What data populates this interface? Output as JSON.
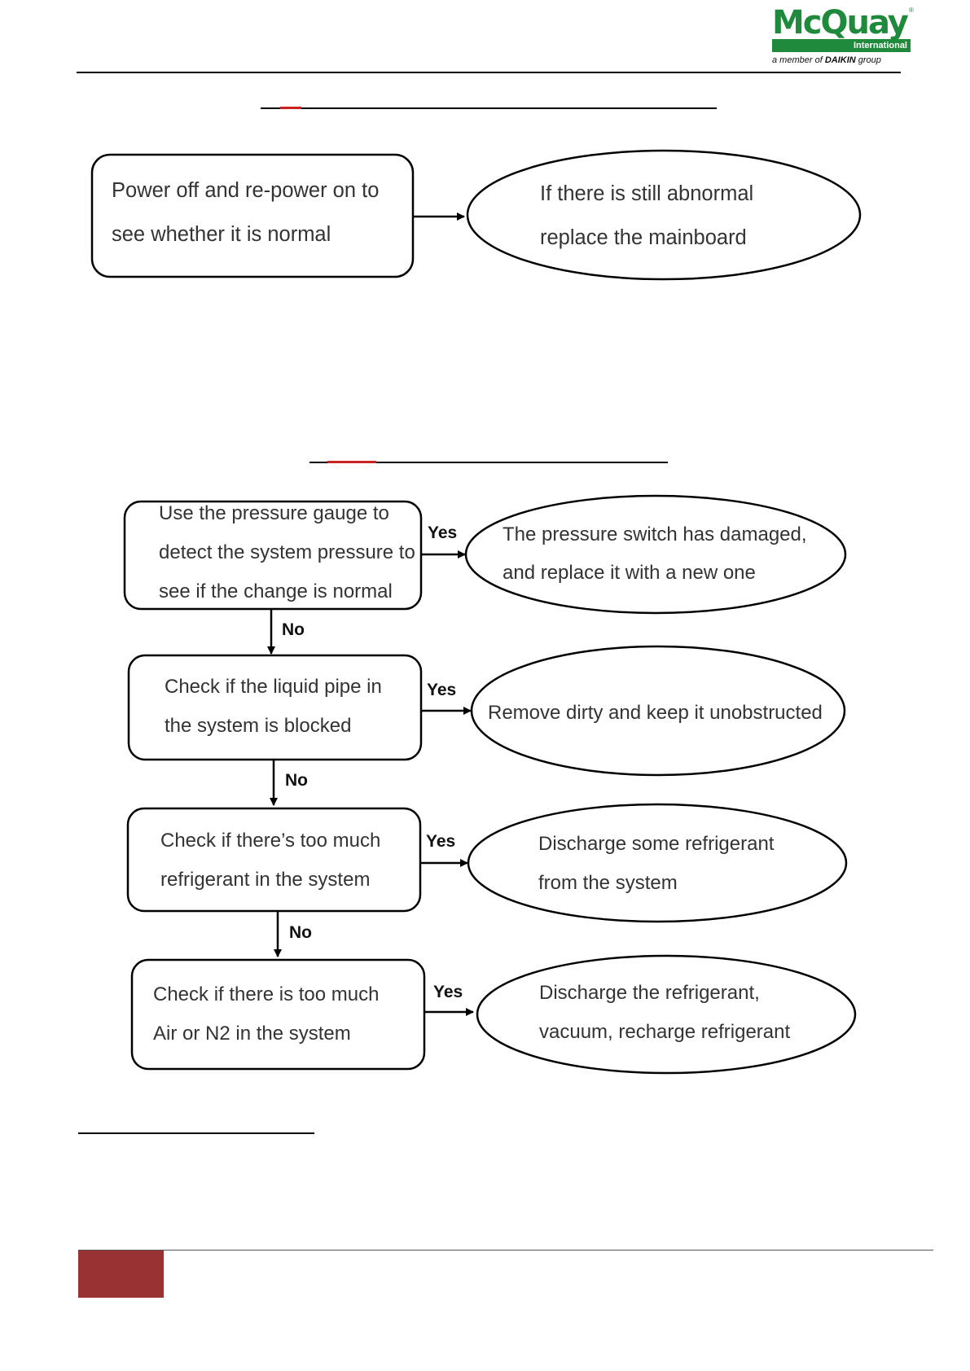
{
  "header": {
    "logo_word": "McQuay",
    "logo_reg": "®",
    "logo_sub": "International",
    "member_prefix": "a member of ",
    "member_brand": "DAIKIN",
    "member_suffix": " group"
  },
  "flow1": {
    "start_box": "Power off and re-power on to\nsee whether it is normal",
    "result": "If there is still abnormal\nreplace the mainboard"
  },
  "flow2": {
    "steps": [
      {
        "check": "Use the pressure gauge to\ndetect the system pressure to\nsee if the change is normal",
        "yes_label": "Yes",
        "action": "The pressure switch has damaged,\nand replace it with a new one",
        "no_label": "No"
      },
      {
        "check": "Check if the liquid pipe in\nthe system is blocked",
        "yes_label": "Yes",
        "action": "Remove dirty and keep it unobstructed",
        "no_label": "No"
      },
      {
        "check": "Check if there’s too much\nrefrigerant in the system",
        "yes_label": "Yes",
        "action": "Discharge some refrigerant\nfrom the system",
        "no_label": "No"
      },
      {
        "check": "Check if there is too much\nAir or N2 in the system",
        "yes_label": "Yes",
        "action": "Discharge the refrigerant,\nvacuum, recharge refrigerant"
      }
    ]
  },
  "colors": {
    "logo_green": "#1f8a3b",
    "footer_red": "#993333",
    "heading_red": "#cc2222"
  }
}
